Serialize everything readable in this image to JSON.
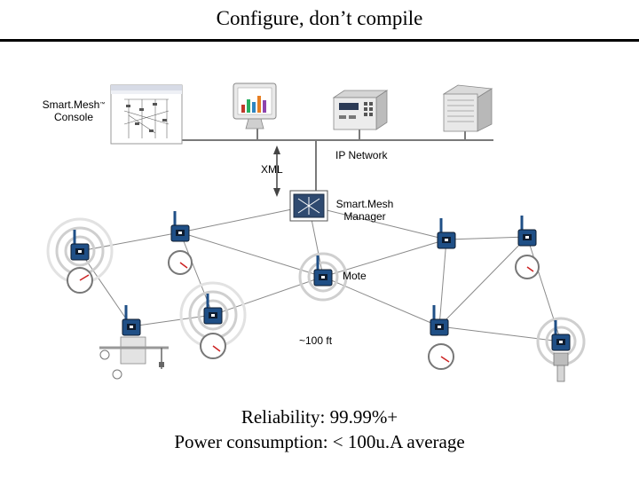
{
  "slide": {
    "title": "Configure, don’t compile"
  },
  "labels": {
    "console_line1": "Smart.Mesh",
    "console_tm": "™",
    "console_line2": "Console",
    "ip_network": "IP Network",
    "xml": "XML",
    "manager_line1": "Smart.Mesh",
    "manager_line2": "Manager",
    "mote": "Mote",
    "range": "~100 ft"
  },
  "footer": {
    "line1": "Reliability: 99.99%+",
    "line2": "Power consumption: < 100u.A average"
  },
  "colors": {
    "mote_blue": "#1f4f86",
    "mote_dark": "#0d1b2e",
    "line_gray": "#8a8a8a",
    "bus_gray": "#7a7a7a",
    "gauge_needle": "#cc2222"
  },
  "icons": [
    "console-screenshot-icon",
    "monitor-chart-icon",
    "controller-device-icon",
    "server-icon",
    "manager-router-icon",
    "mote-icon",
    "gauge-icon",
    "valve-icon",
    "sensor-probe-icon",
    "double-arrow-icon"
  ]
}
